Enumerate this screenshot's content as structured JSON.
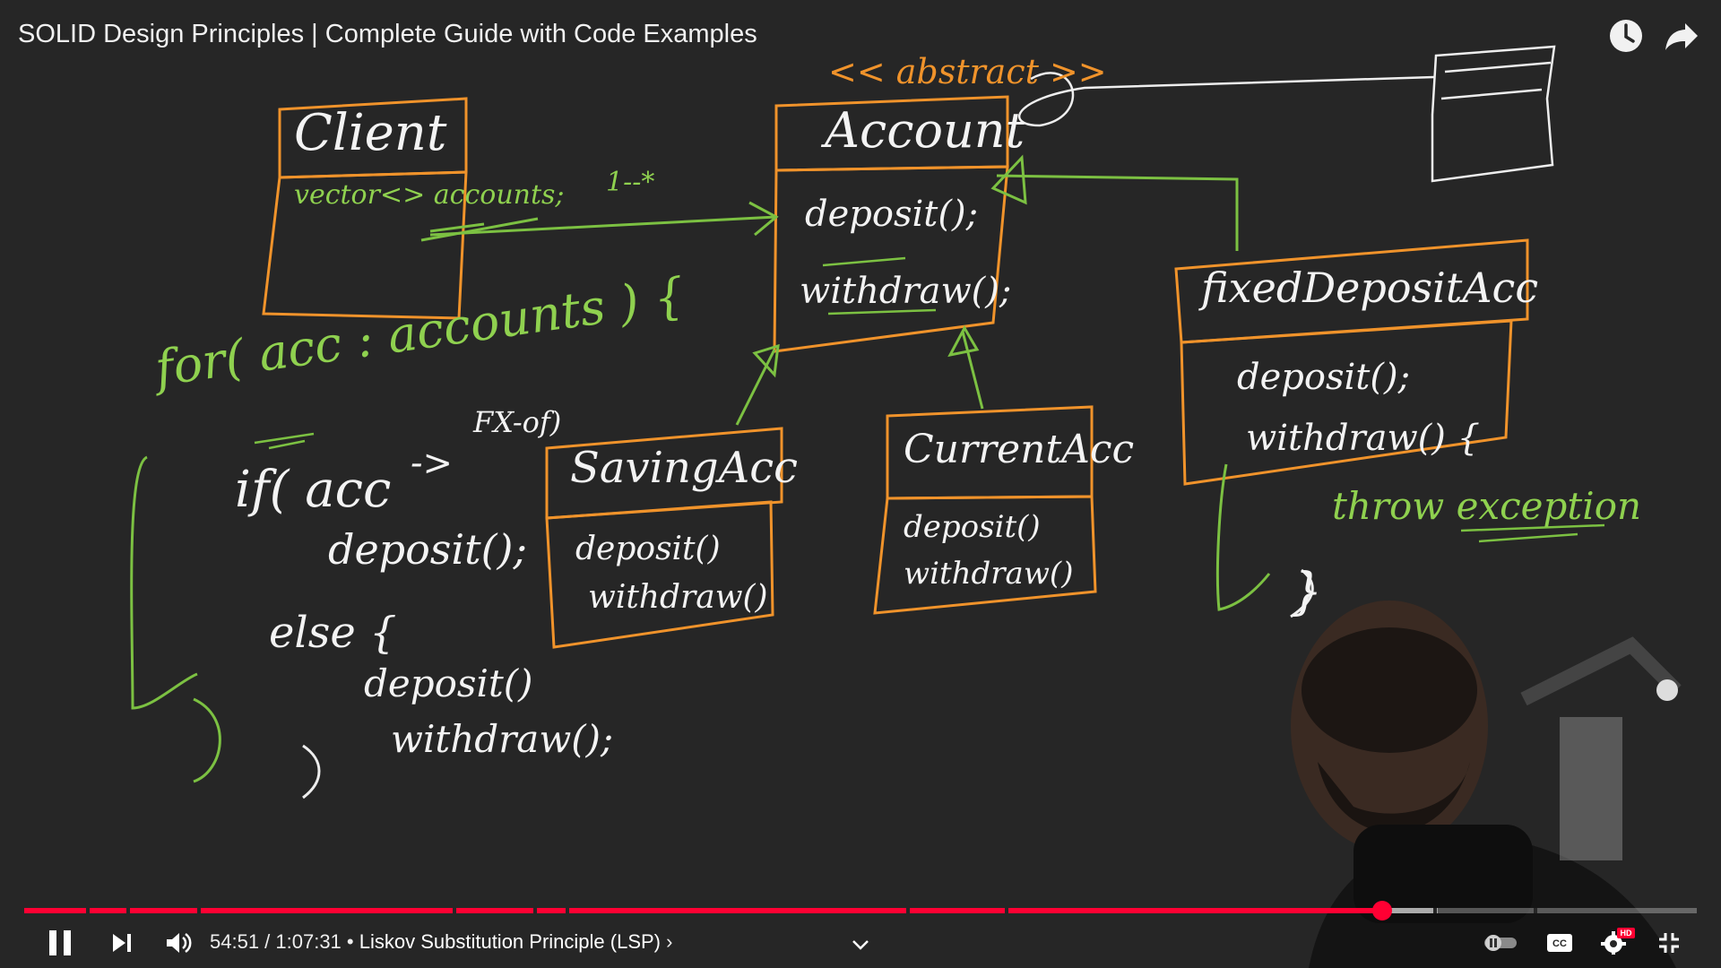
{
  "video": {
    "title": "SOLID Design Principles | Complete Guide with Code Examples"
  },
  "top_actions": {
    "watch_later_icon": "clock-icon",
    "share_icon": "share-arrow-icon"
  },
  "whiteboard": {
    "client": {
      "name": "Client",
      "field": "vector<> accounts;",
      "multiplicity": "1--*"
    },
    "account": {
      "stereotype": "<< abstract >>",
      "name": "Account",
      "methods": [
        "deposit();",
        "withdraw();"
      ]
    },
    "saving": {
      "name": "SavingAcc",
      "methods": [
        "deposit()",
        "withdraw()"
      ]
    },
    "current": {
      "name": "CurrentAcc",
      "methods": [
        "deposit()",
        "withdraw()"
      ]
    },
    "fixed": {
      "name": "fixedDepositAcc",
      "methods": [
        "deposit();",
        "withdraw() {"
      ],
      "throw": "throw exception",
      "close": "}"
    },
    "code": {
      "loop": "for( acc : accounts ) {",
      "if_line": "if( acc",
      "arrow": "->",
      "annotation": "FX-of)",
      "deposit": "deposit();",
      "else": "else {",
      "deposit2": "deposit()",
      "withdraw2": "withdraw();",
      "close_inner": "}",
      "close_outer": "}"
    }
  },
  "player": {
    "progress": 0.812,
    "buffered": 0.845,
    "time_display": "54:51 / 1:07:31",
    "separator": " • ",
    "chapter": "Liskov Substitution Principle (LSP)",
    "chapter_arrow": "›",
    "quality_badge": "HD",
    "colors": {
      "played": "#ff0033",
      "accent_green": "#7cc142",
      "accent_orange": "#f0932b"
    }
  }
}
